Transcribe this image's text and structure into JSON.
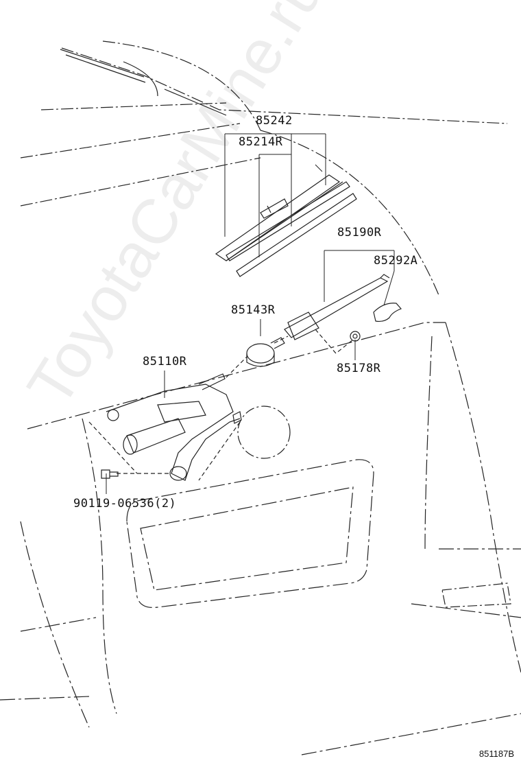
{
  "watermark": "ToyotaCarMine.ru",
  "figure_id": "851187B",
  "parts": {
    "p85242": "85242",
    "p85214r": "85214R",
    "p85190r": "85190R",
    "p85292a": "85292A",
    "p85143r": "85143R",
    "p85110r": "85110R",
    "p85178r": "85178R",
    "p90119": "90119-06536(2)"
  },
  "colors": {
    "line": "#222222",
    "watermark": "#bdbdbd"
  }
}
